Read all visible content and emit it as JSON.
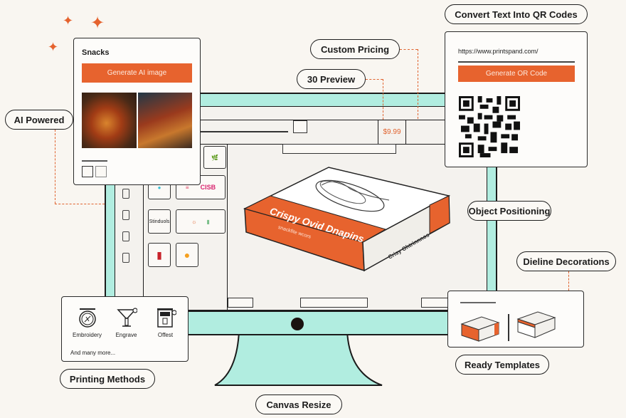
{
  "features": {
    "ai_powered": "AI Powered",
    "custom_pricing": "Custom Pricing",
    "preview_3d": "30 Preview",
    "qr_codes": "Convert Text Into QR Codes",
    "object_positioning": "Object Positioning",
    "dieline_decorations": "Dieline Decorations",
    "ready_templates": "Ready Templates",
    "printing_methods": "Printing Methods",
    "canvas_resize": "Canvas Resize"
  },
  "ai_panel": {
    "title": "Snacks",
    "button": "Generate AI image",
    "images": [
      "burger-fries-meal",
      "burger-box-meal"
    ]
  },
  "qr_panel": {
    "url_value": "https://www.printspand.com/",
    "button": "Generate OR Code"
  },
  "editor": {
    "price": "$9.99",
    "tiles": [
      "Stinduols",
      "CISB"
    ],
    "box_title": "Crispy Ovid Dnapins",
    "box_subtitle": "snackfite wcors",
    "box_side_title": "Crisy Ohtrinnnos"
  },
  "printing_panel": {
    "methods": [
      {
        "label": "Embroidery",
        "icon": "embroidery-hoop-icon"
      },
      {
        "label": "Engrave",
        "icon": "engrave-glass-icon"
      },
      {
        "label": "Offest",
        "icon": "offset-press-icon"
      }
    ],
    "more": "And many more..."
  },
  "colors": {
    "accent": "#e7632e",
    "teal": "#b1ede0",
    "background": "#f9f6f1"
  }
}
